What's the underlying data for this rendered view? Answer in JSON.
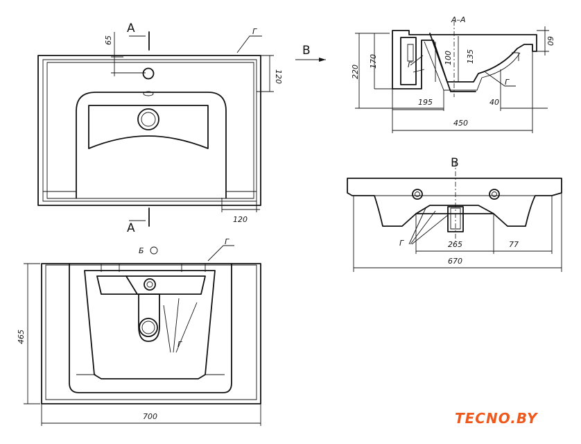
{
  "top_view": {
    "dim_top_offset": "65",
    "dim_right_depth": "120",
    "dim_bottom_right": "120",
    "label_g": "Г",
    "section_top": "A",
    "section_bottom": "A"
  },
  "view_arrow": {
    "label": "B"
  },
  "section_view": {
    "title": "A–A",
    "dim_total_height": "220",
    "dim_170": "170",
    "dim_100": "100",
    "dim_135": "135",
    "dim_60": "60",
    "dim_195": "195",
    "dim_40": "40",
    "dim_450": "450",
    "label_g1": "Г",
    "label_g2": "Г"
  },
  "front_view": {
    "title": "B",
    "dim_265": "265",
    "dim_77": "77",
    "dim_670": "670",
    "label_g": "Г"
  },
  "bottom_view": {
    "label_b": "Б",
    "label_g_top": "Г",
    "label_g_inner": "Г",
    "dim_465": "465",
    "dim_700": "700"
  },
  "brand": {
    "logo": "TECNO.BY"
  }
}
